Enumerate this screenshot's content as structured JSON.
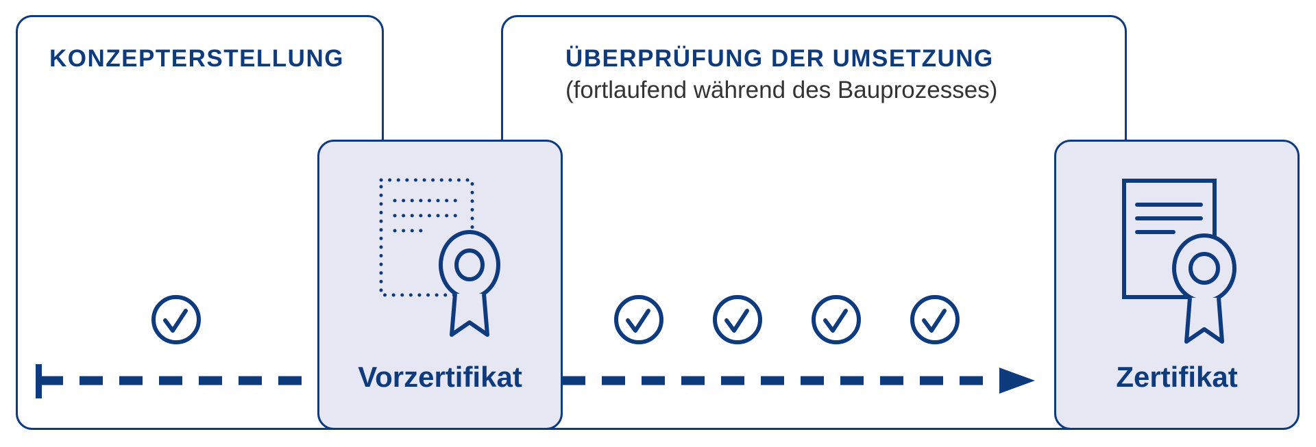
{
  "phases": [
    {
      "id": "concept",
      "title": "KONZEPTERSTELLUNG",
      "check_count": 1
    },
    {
      "id": "review",
      "title": "ÜBERPRÜFUNG DER UMSETZUNG",
      "subtitle": "(fortlaufend während des Bauprozesses)",
      "check_count": 4
    }
  ],
  "milestones": [
    {
      "id": "pre-cert",
      "label": "Vorzertifikat",
      "icon": "draft-certificate-icon"
    },
    {
      "id": "cert",
      "label": "Zertifikat",
      "icon": "certificate-icon"
    }
  ],
  "colors": {
    "primary": "#0d3b7e",
    "milestone_fill": "#e6e7f3",
    "subtitle": "#333333"
  }
}
